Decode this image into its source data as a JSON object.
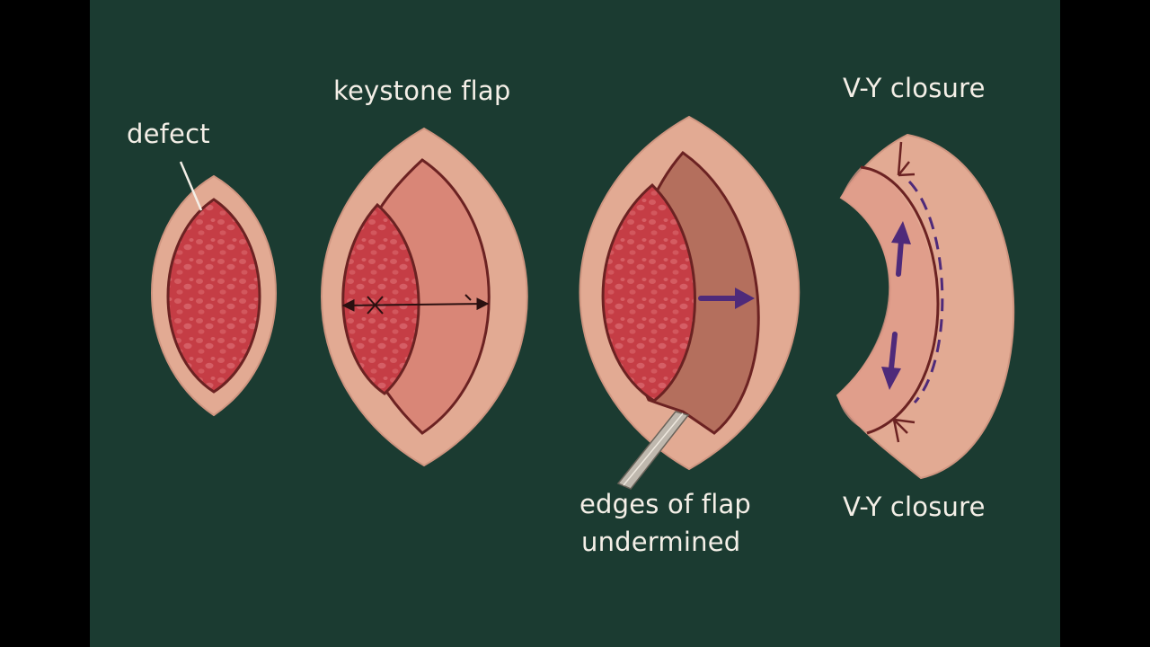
{
  "labels": {
    "defect": "defect",
    "keystone_flap": "keystone flap",
    "vy_closure_top": "V-Y closure",
    "edges_line1": "edges of flap",
    "edges_line2": "undermined",
    "vy_closure_bottom": "V-Y closure"
  },
  "colors": {
    "background": "#1b3b31",
    "skin": "#e2aa93",
    "wound": "#c53d45",
    "flap": "#d98677",
    "undermined_flap": "#b46f5d",
    "outline": "#6b2222",
    "arrow": "#4e2a7a",
    "label_text": "#f4efe7"
  },
  "icons": [
    "cross-mark-icon",
    "double-arrow-icon",
    "arrow-right-icon",
    "arrow-up-icon",
    "arrow-down-icon",
    "scalpel-icon",
    "suture-icon"
  ]
}
